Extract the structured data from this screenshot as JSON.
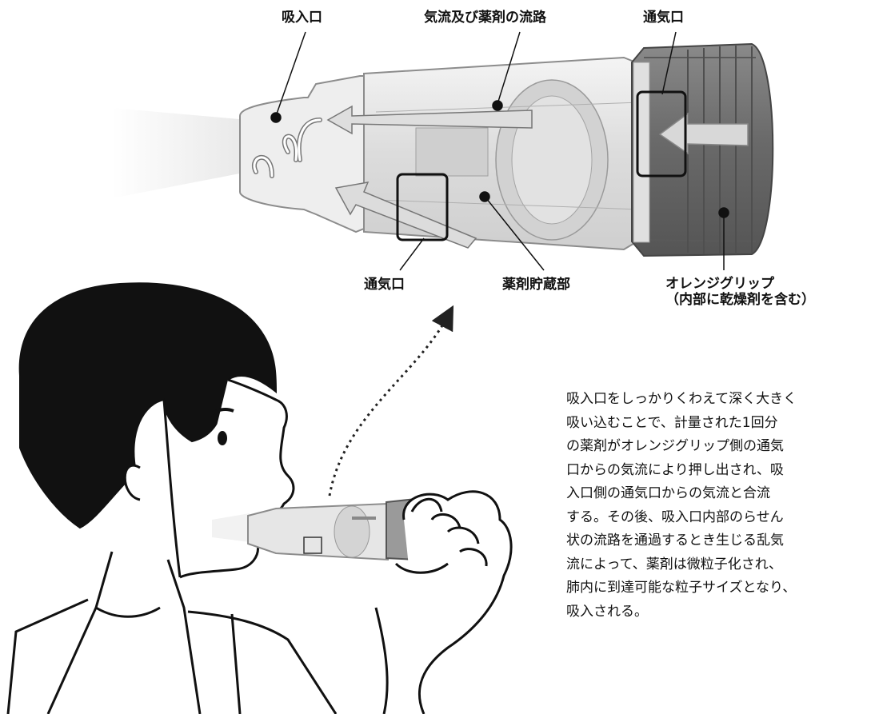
{
  "labels": {
    "inlet": "吸入口",
    "flow_path": "気流及び薬剤の流路",
    "vent_top": "通気口",
    "vent_bottom": "通気口",
    "reservoir": "薬剤貯蔵部",
    "grip_line1": "オレンジグリップ",
    "grip_line2": "（内部に乾燥剤を含む）"
  },
  "description_lines": [
    "吸入口をしっかりくわえて深く大きく",
    "吸い込むことで、計量された1回分",
    "の薬剤がオレンジグリップ側の通気",
    "口からの気流により押し出され、吸",
    "入口側の通気口からの気流と合流",
    "する。その後、吸入口内部のらせん",
    "状の流路を通過するとき生じる乱気",
    "流によって、薬剤は微粒子化され、",
    "肺内に到達可能な粒子サイズとなり、",
    "吸入される。"
  ],
  "colors": {
    "body_fill": "#e6e6e6",
    "body_outline": "#8c8c8c",
    "grip_fill": "#6e6e6e",
    "grip_dark": "#4a4a4a",
    "arrow_fill": "#d8d8d8",
    "ink": "#111111"
  }
}
